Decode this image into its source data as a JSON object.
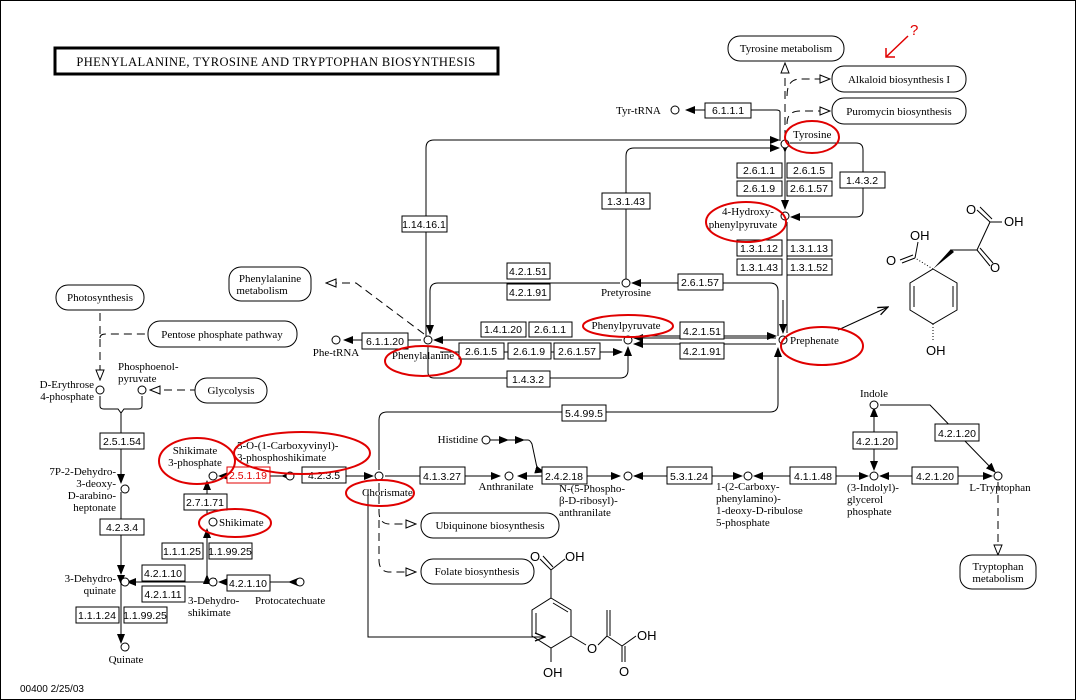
{
  "title": "PHENYLALANINE, TYROSINE AND TRYPTOPHAN BIOSYNTHESIS",
  "footer": "00400  2/25/03",
  "annotation": {
    "question_mark": "?",
    "color": "#e00000"
  },
  "highlight_color": "#e00000",
  "pathways": {
    "tyrosine_metabolism": "Tyrosine metabolism",
    "alkaloid": "Alkaloid biosynthesis I",
    "puromycin": "Puromycin biosynthesis",
    "phenylalanine_metabolism_1": "Phenylalanine",
    "phenylalanine_metabolism_2": "metabolism",
    "photosynthesis": "Photosynthesis",
    "pentose": "Pentose phosphate pathway",
    "glycolysis": "Glycolysis",
    "ubiquinone": "Ubiquinone biosynthesis",
    "folate": "Folate biosynthesis",
    "tryptophan_metabolism_1": "Tryptophan",
    "tryptophan_metabolism_2": "metabolism"
  },
  "compounds": {
    "tyr_trna": "Tyr-tRNA",
    "tyrosine": "Tyrosine",
    "hpp_1": "4-Hydroxy-",
    "hpp_2": "phenylpyruvate",
    "pretyrosine": "Pretyrosine",
    "phe_trna": "Phe-tRNA",
    "phenylalanine": "Phenylalanine",
    "phenylpyruvate": "Phenylpyruvate",
    "prephenate": "Prephenate",
    "e4p_1": "D-Erythrose",
    "e4p_2": "4-phosphate",
    "pep_1": "Phosphoenol-",
    "pep_2": "pyruvate",
    "dahp_1": "7P-2-Dehydro-",
    "dahp_2": "3-deoxy-",
    "dahp_3": "D-arabino-",
    "dahp_4": "heptonate",
    "dhq_1": "3-Dehydro-",
    "dhq_2": "quinate",
    "quinate": "Quinate",
    "s3p_1": "Shikimate",
    "s3p_2": "3-phosphate",
    "epsp_1": "5-O-(1-Carboxyvinyl)-",
    "epsp_2": "3-phosphoshikimate",
    "shikimate": "Shikimate",
    "dhs_1": "3-Dehydro-",
    "dhs_2": "shikimate",
    "protocatechuate": "Protocatechuate",
    "chorismate": "Chorismate",
    "histidine": "Histidine",
    "anthranilate": "Anthranilate",
    "prpa_1": "N-(5-Phospho-",
    "prpa_2": "β-D-ribosyl)-",
    "prpa_3": "anthranilate",
    "cdrp_1": "1-(2-Carboxy-",
    "cdrp_2": "phenylamino)-",
    "cdrp_3": "1-deoxy-D-ribulose",
    "cdrp_4": "5-phosphate",
    "igp_1": "(3-Indolyl)-",
    "igp_2": "glycerol",
    "igp_3": "phosphate",
    "indole": "Indole",
    "tryptophan": "L-Tryptophan"
  },
  "enzymes": {
    "e6_1_1_1": "6.1.1.1",
    "e2_6_1_1a": "2.6.1.1",
    "e2_6_1_5a": "2.6.1.5",
    "e2_6_1_9a": "2.6.1.9",
    "e2_6_1_57a": "2.6.1.57",
    "e1_4_3_2a": "1.4.3.2",
    "e1_3_1_43a": "1.3.1.43",
    "e1_14_16_1": "1.14.16.1",
    "e1_3_1_12": "1.3.1.12",
    "e1_3_1_13": "1.3.1.13",
    "e1_3_1_43b": "1.3.1.43",
    "e1_3_1_52": "1.3.1.52",
    "e4_2_1_51a": "4.2.1.51",
    "e4_2_1_91a": "4.2.1.91",
    "e2_6_1_57b": "2.6.1.57",
    "e6_1_1_20": "6.1.1.20",
    "e1_4_1_20": "1.4.1.20",
    "e2_6_1_1b": "2.6.1.1",
    "e2_6_1_5b": "2.6.1.5",
    "e2_6_1_9b": "2.6.1.9",
    "e2_6_1_57c": "2.6.1.57",
    "e1_4_3_2b": "1.4.3.2",
    "e4_2_1_51b": "4.2.1.51",
    "e4_2_1_91b": "4.2.1.91",
    "e5_4_99_5": "5.4.99.5",
    "e2_5_1_54": "2.5.1.54",
    "e4_2_3_4": "4.2.3.4",
    "e2_5_1_19": "2.5.1.19",
    "e4_2_3_5": "4.2.3.5",
    "e2_7_1_71": "2.7.1.71",
    "e1_1_1_25": "1.1.1.25",
    "e1_1_99_25a": "1.1.99.25",
    "e4_2_1_10a": "4.2.1.10",
    "e4_2_1_11": "4.2.1.11",
    "e4_2_1_10b": "4.2.1.10",
    "e1_1_1_24": "1.1.1.24",
    "e1_1_99_25b": "1.1.99.25",
    "e4_1_3_27": "4.1.3.27",
    "e2_4_2_18": "2.4.2.18",
    "e5_3_1_24": "5.3.1.24",
    "e4_1_1_48": "4.1.1.48",
    "e4_2_1_20a": "4.2.1.20",
    "e4_2_1_20b": "4.2.1.20",
    "e4_2_1_20c": "4.2.1.20"
  },
  "structures": {
    "prephenate": {
      "atoms": [
        "OH",
        "O",
        "O",
        "OH",
        "O",
        "OH"
      ]
    },
    "chorismate": {
      "atoms": [
        "O",
        "OH",
        "O",
        "OH",
        "O",
        "OH"
      ]
    }
  }
}
